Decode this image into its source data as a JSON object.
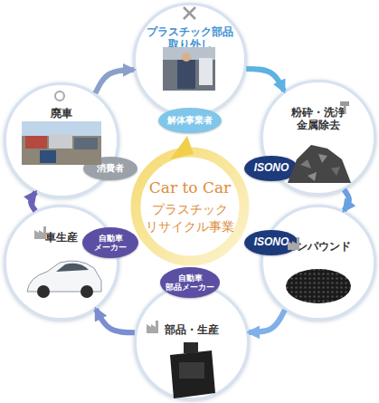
{
  "diagram": {
    "nodes": [
      {
        "text": [
          "プラスチック部品 取り外し"
        ]
      },
      {
        "text": [
          "粉砕・洗浄 金属除去"
        ]
      },
      {
        "text": [
          "コンパウンド"
        ]
      },
      {
        "text": [
          "部品・生産"
        ]
      },
      {
        "text": [
          "車生産"
        ]
      },
      {
        "text": [
          "廃車"
        ]
      },
      {
        "text": [
          "解体事業者"
        ]
      },
      {
        "text": [
          "ISONO"
        ]
      },
      {
        "text": [
          "ISONO"
        ]
      },
      {
        "text": [
          "自動車 部品メーカー"
        ]
      },
      {
        "text": [
          "自動車 メーカー"
        ]
      },
      {
        "text": [
          "消費者"
        ]
      }
    ],
    "edges": [
      {
        "from": 0,
        "to": 1,
        "arrow": "to"
      },
      {
        "from": 1,
        "to": 2,
        "arrow": "to"
      },
      {
        "from": 2,
        "to": 3,
        "arrow": "to"
      },
      {
        "from": 3,
        "to": 4,
        "arrow": "to"
      },
      {
        "from": 4,
        "to": 5,
        "arrow": "to"
      },
      {
        "from": 5,
        "to": 0,
        "arrow": "to"
      }
    ],
    "labels": [
      "Car to Car",
      "プラスチック リサイクル事業"
    ]
  }
}
